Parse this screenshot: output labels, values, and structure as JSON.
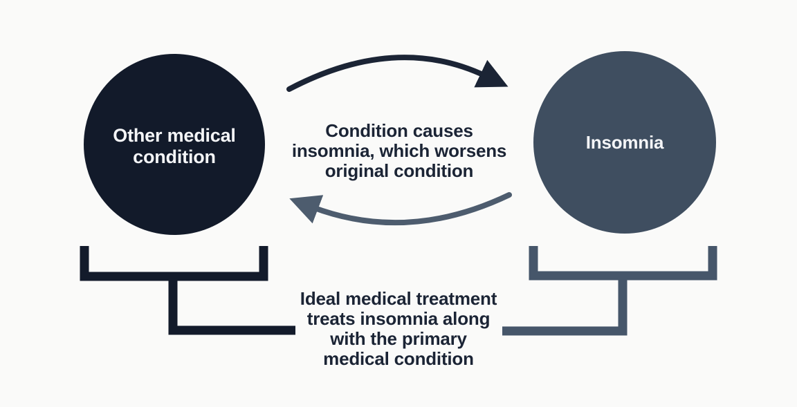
{
  "diagram": {
    "background_color": "#fafaf9",
    "nodes": {
      "left": {
        "label": "Other medical condition",
        "lines": [
          "Other medical",
          "condition"
        ],
        "fill_color": "#121a2a",
        "text_color": "#f4f5f7"
      },
      "right": {
        "label": "Insomnia",
        "lines": [
          "Insomnia"
        ],
        "fill_color": "#3f4e60",
        "text_color": "#f4f5f7"
      }
    },
    "arrows": {
      "top": {
        "direction": "left-to-right",
        "color": "#1b2435"
      },
      "bottom": {
        "direction": "right-to-left",
        "color": "#4d5c6e"
      }
    },
    "brackets": {
      "left": {
        "color": "#131b2b"
      },
      "right": {
        "color": "#46566a"
      }
    },
    "captions": {
      "top": {
        "text": "Condition causes insomnia, which worsens original condition",
        "lines": [
          "Condition causes",
          "insomnia, which worsens",
          "original condition"
        ],
        "color": "#1b2435"
      },
      "bottom": {
        "text": "Ideal medical treatment treats insomnia along with the primary medical condition",
        "lines": [
          "Ideal medical treatment",
          "treats insomnia along",
          "with the primary",
          "medical condition"
        ],
        "color": "#1b2435"
      }
    }
  }
}
